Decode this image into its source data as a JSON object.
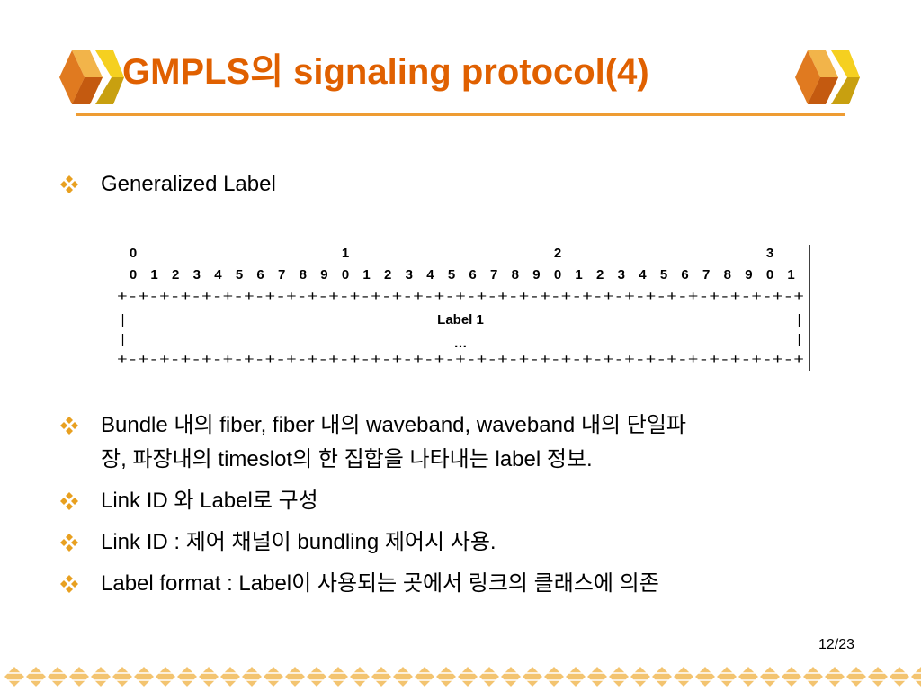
{
  "slide": {
    "title": "GMPLS의 signaling protocol(4)",
    "accent_color": "#e06000",
    "rule_color": "#ee9c33",
    "bullet_color": "#e8a020",
    "bullets": [
      {
        "text": "Generalized Label"
      },
      {
        "line1": "Bundle 내의 fiber, fiber 내의 waveband, waveband 내의 단일파",
        "line2": "장, 파장내의 timeslot의 한 집합을 나타내는 label  정보."
      },
      {
        "text": "Link ID 와 Label로 구성"
      },
      {
        "text": "Link ID : 제어 채널이 bundling 제어시 사용."
      },
      {
        "text": "Label format : Label이 사용되는 곳에서 링크의 클래스에 의존"
      }
    ],
    "diagram": {
      "tens_row": [
        "0",
        "1",
        "2",
        "3"
      ],
      "ones_row": [
        "0",
        "1",
        "2",
        "3",
        "4",
        "5",
        "6",
        "7",
        "8",
        "9",
        "0",
        "1",
        "2",
        "3",
        "4",
        "5",
        "6",
        "7",
        "8",
        "9",
        "0",
        "1",
        "2",
        "3",
        "4",
        "5",
        "6",
        "7",
        "8",
        "9",
        "0",
        "1"
      ],
      "field_label": "Label 1",
      "continuation": "…",
      "border_line": "+-+-+-+-+-+-+-+-+-+-+-+-+-+-+-+-+-+-+-+-+-+-+-+-+-+-+-+-+-+-+-+-+",
      "side_mark": "|"
    },
    "page_number": "12/23",
    "icons": {
      "title_left": "diamond-cluster-icon",
      "title_right": "diamond-cluster-icon",
      "bullet": "four-diamond-bullet-icon"
    }
  }
}
